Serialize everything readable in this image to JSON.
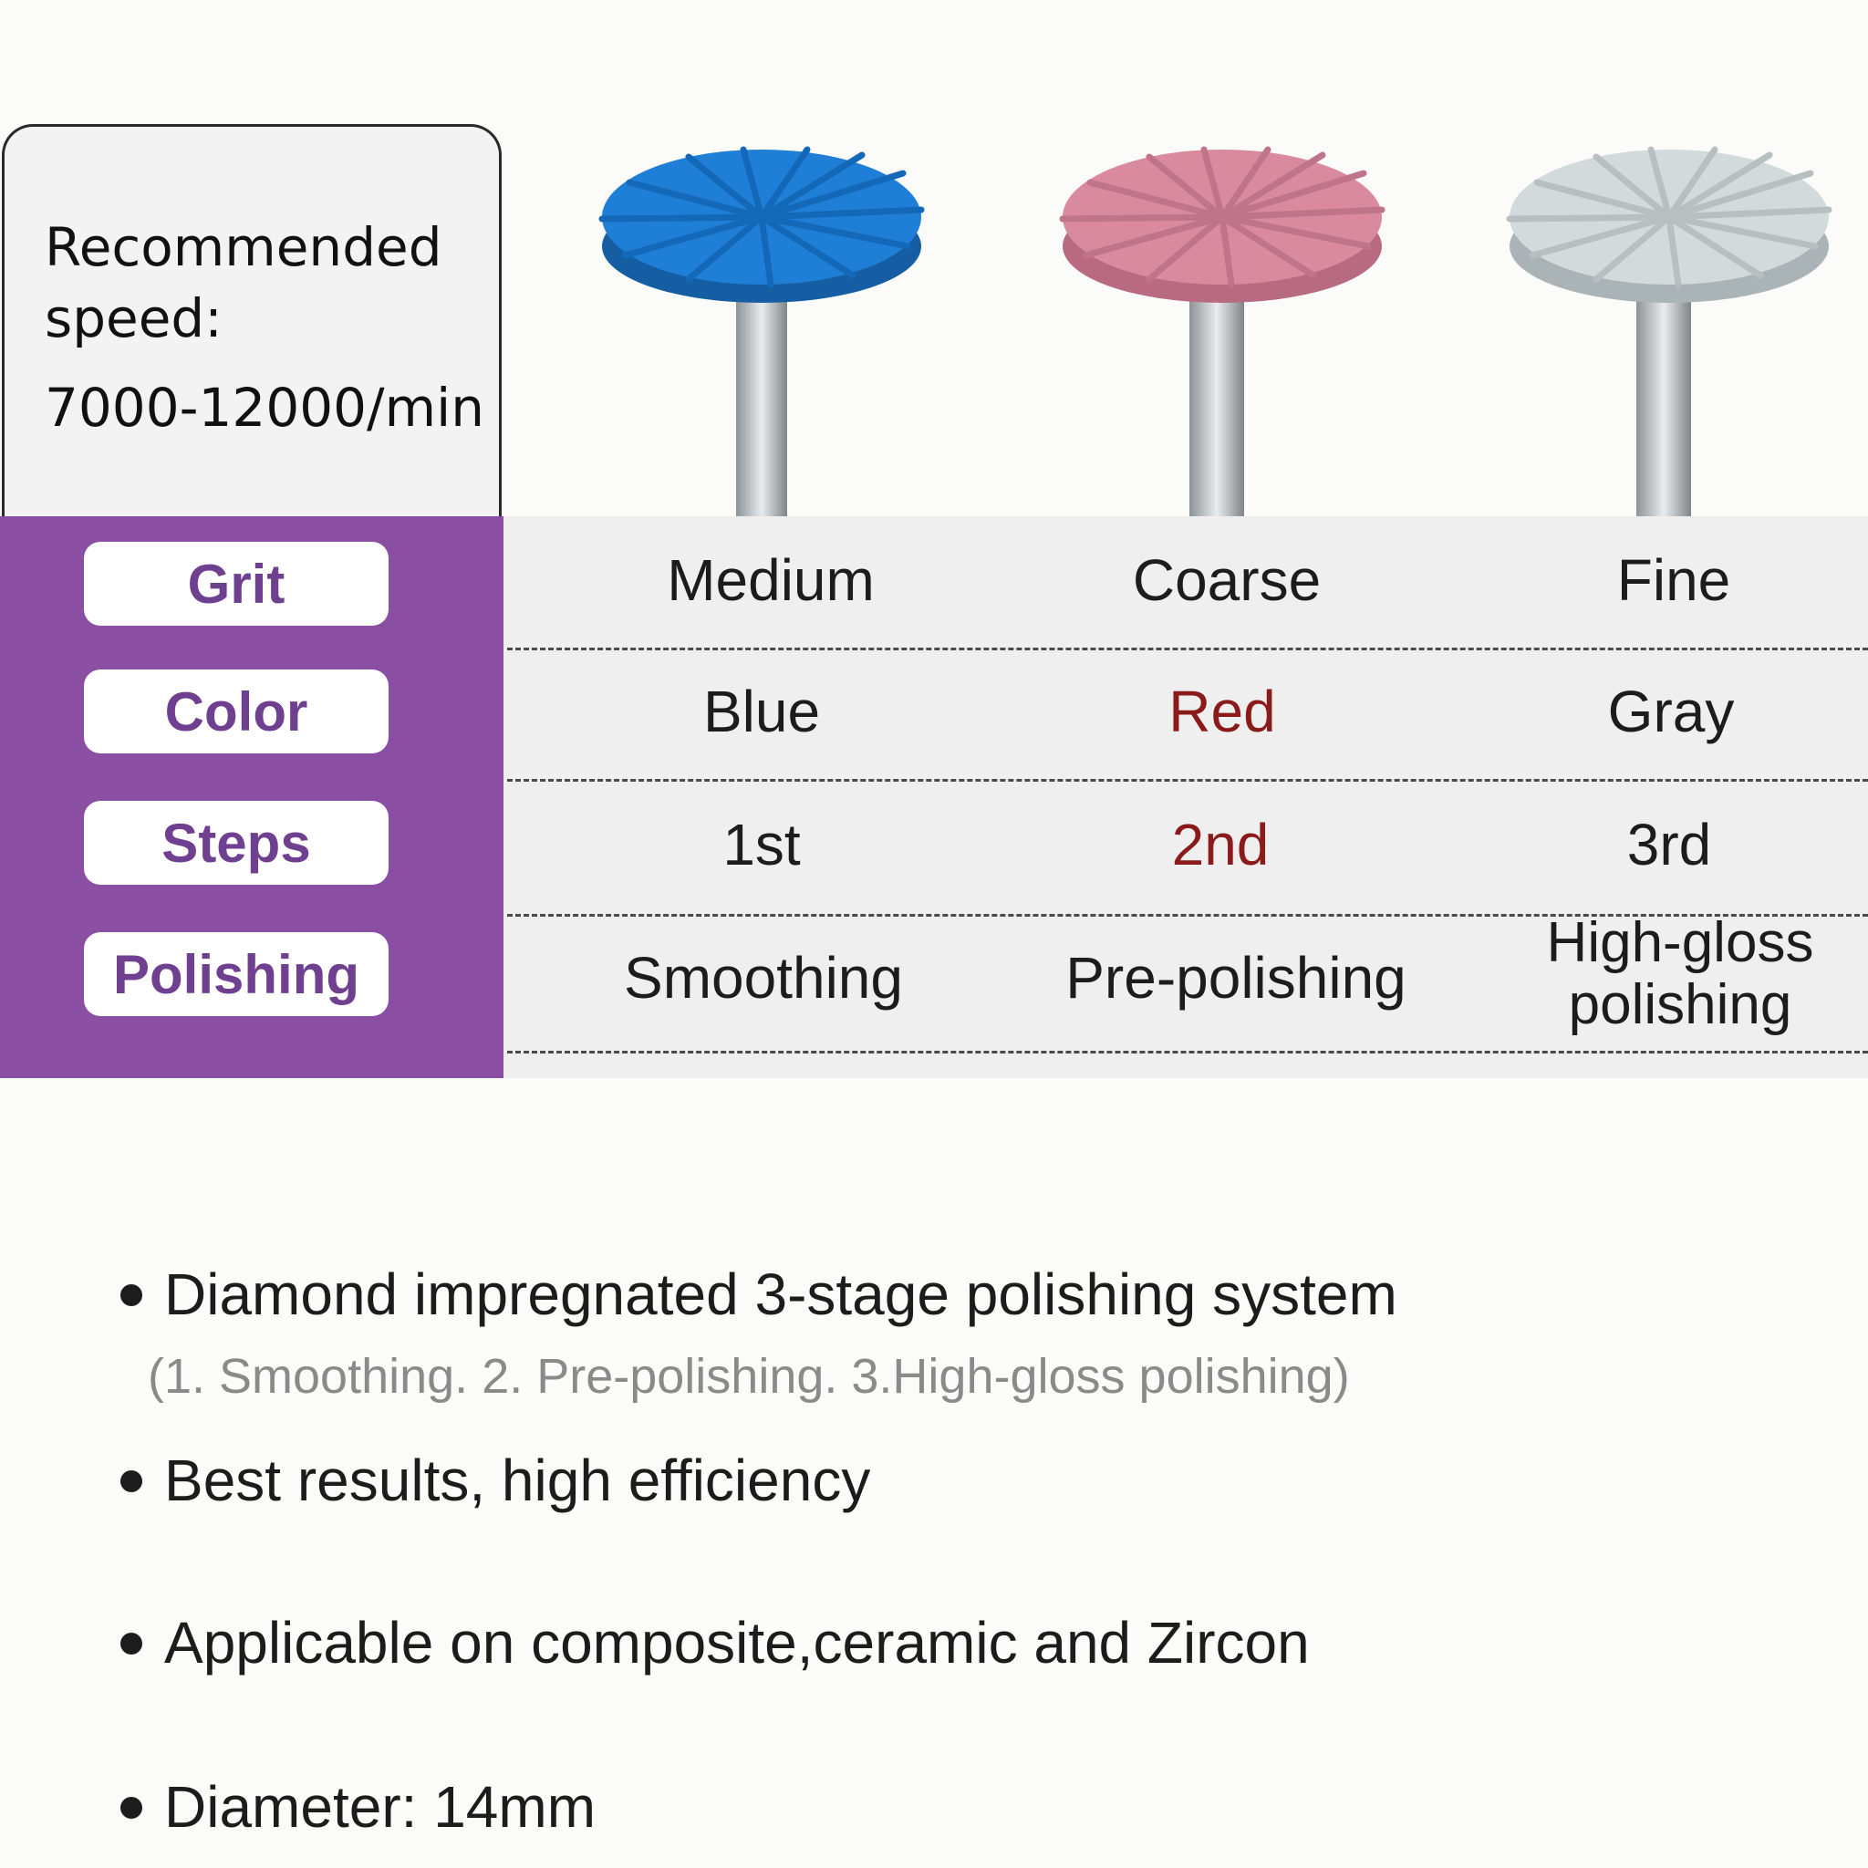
{
  "speed": {
    "line1": "Recommended",
    "line2": "speed:",
    "line3": "7000-12000/min"
  },
  "row_labels": [
    "Grit",
    "Color",
    "Steps",
    "Polishing"
  ],
  "columns": [
    {
      "grit": "Medium",
      "color": "Blue",
      "step": "1st",
      "polishing": "Smoothing",
      "disc_color": "#1f7fd6",
      "disc_dark": "#155ea3",
      "highlight": false
    },
    {
      "grit": "Coarse",
      "color": "Red",
      "step": "2nd",
      "polishing": "Pre-polishing",
      "disc_color": "#d98a9e",
      "disc_dark": "#b86a80",
      "highlight": true
    },
    {
      "grit": "Fine",
      "color": "Gray",
      "step": "3rd",
      "polishing_line1": "High-gloss",
      "polishing_line2": "polishing",
      "disc_color": "#d3dadb",
      "disc_dark": "#aab3b5",
      "highlight": false
    }
  ],
  "colors": {
    "sidebar": "#8a4fa3",
    "label_text": "#6f3f90",
    "highlight_text": "#8b1a1a"
  },
  "bullets": {
    "b1": "Diamond impregnated 3-stage polishing system",
    "b1_note": "(1. Smoothing. 2. Pre-polishing. 3.High-gloss polishing)",
    "b2": "Best results, high efficiency",
    "b3": "Applicable on composite,ceramic and Zircon",
    "b4": "Diameter: 14mm"
  }
}
